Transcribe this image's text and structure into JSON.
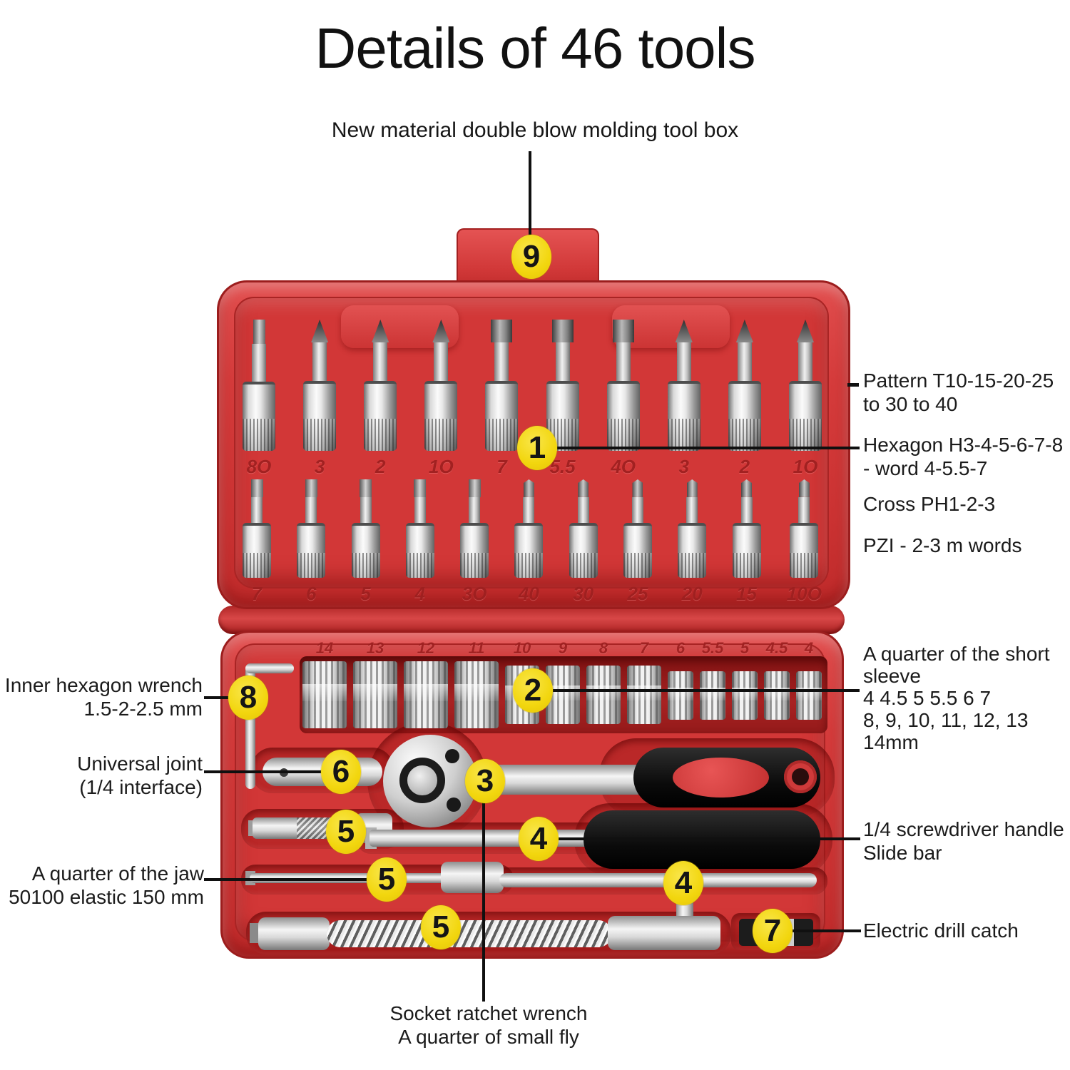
{
  "title": "Details of 46 tools",
  "subtitle_callout": "New material double blow molding tool box",
  "box": {
    "bit_row_1": {
      "labels": [
        "8O",
        "3",
        "2",
        "1O",
        "7",
        "5.5",
        "4O",
        "3",
        "2",
        "1O"
      ],
      "tips": [
        "hex",
        "phillips",
        "phillips",
        "phillips",
        "flat",
        "flat",
        "flat",
        "phillips",
        "phillips",
        "phillips"
      ]
    },
    "bit_row_2": {
      "labels": [
        "7",
        "6",
        "5",
        "4",
        "3O",
        "40",
        "30",
        "25",
        "20",
        "15",
        "10O"
      ],
      "tips": [
        "hex",
        "hex",
        "hex",
        "hex",
        "hex",
        "torx",
        "torx",
        "torx",
        "torx",
        "torx",
        "torx"
      ]
    },
    "socket_row": {
      "labels": [
        "14",
        "13",
        "12",
        "11",
        "10",
        "9",
        "8",
        "7",
        "6",
        "5.5",
        "5",
        "4.5",
        "4"
      ]
    }
  },
  "badges": {
    "b9": "9",
    "b1": "1",
    "b2": "2",
    "b8": "8",
    "b6": "6",
    "b3": "3",
    "b5a": "5",
    "b4a": "4",
    "b5b": "5",
    "b4b": "4",
    "b5c": "5",
    "b7": "7"
  },
  "labels": {
    "pattern": [
      "Pattern T10-15-20-25",
      "to 30 to 40"
    ],
    "hexagon": [
      "Hexagon H3-4-5-6-7-8",
      "- word 4-5.5-7"
    ],
    "cross": [
      "Cross PH1-2-3"
    ],
    "pzi": [
      "PZI - 2-3 m words"
    ],
    "short_sleeve": [
      "A quarter of the short",
      "sleeve",
      "4 4.5 5 5.5 6 7",
      "8, 9, 10, 11, 12, 13",
      "14mm"
    ],
    "screwdriver": [
      "1/4 screwdriver handle",
      "Slide bar"
    ],
    "drill_catch": [
      "Electric drill catch"
    ],
    "inner_hex": [
      "Inner hexagon wrench",
      "1.5-2-2.5 mm"
    ],
    "universal_joint": [
      "Universal joint",
      "(1/4 interface)"
    ],
    "jaw": [
      "A quarter of the jaw",
      "50100 elastic 150 mm"
    ],
    "ratchet": [
      "Socket ratchet wrench",
      "A quarter of small fly"
    ]
  },
  "colors": {
    "box_red": "#d63c3c",
    "box_red_dark": "#a92424",
    "box_red_deep": "#801212",
    "badge_yellow": "#f2d60e",
    "callout_line": "#101010",
    "text": "#1b1b1b",
    "chrome_light": "#f5f5f5",
    "chrome_dark": "#787878",
    "handle_black": "#0b0b0b",
    "handle_red": "#d63434"
  }
}
